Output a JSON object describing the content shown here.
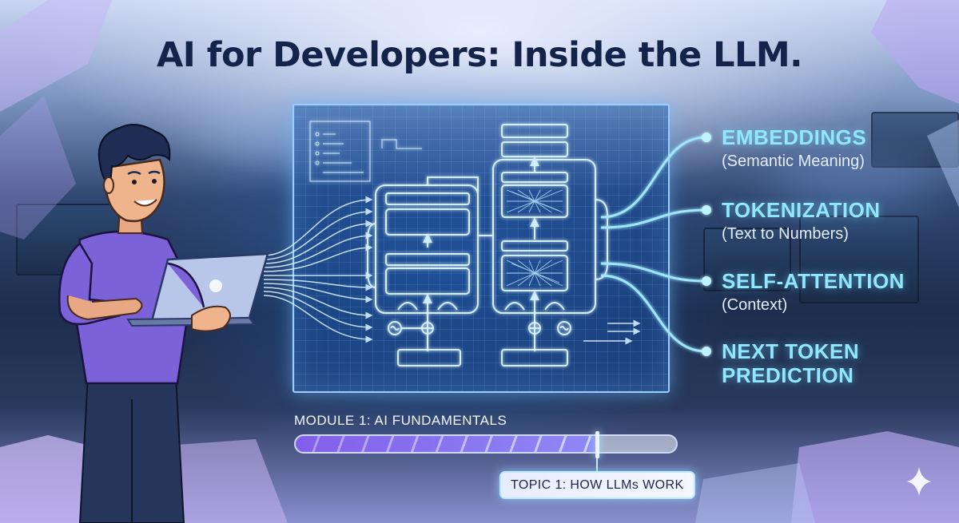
{
  "title": "AI for Developers: Inside the LLM.",
  "concepts": [
    {
      "title": "EMBEDDINGS",
      "subtitle": "(Semantic Meaning)"
    },
    {
      "title": "TOKENIZATION",
      "subtitle": "(Text to Numbers)"
    },
    {
      "title": "SELF-ATTENTION",
      "subtitle": "(Context)"
    },
    {
      "title": "NEXT TOKEN",
      "title2": "PREDICTION",
      "subtitle": ""
    }
  ],
  "module": {
    "label": "MODULE 1: AI FUNDAMENTALS",
    "progress": 0.79
  },
  "topic": {
    "label": "TOPIC 1: HOW LLMs WORK"
  },
  "colors": {
    "title": "#13234a",
    "accent_cyan": "#8fe8ff",
    "progress_purple": "#8c6df0",
    "shirt_purple": "#7b62d8"
  },
  "icons": [
    "laptop-icon",
    "sparkle-icon"
  ]
}
